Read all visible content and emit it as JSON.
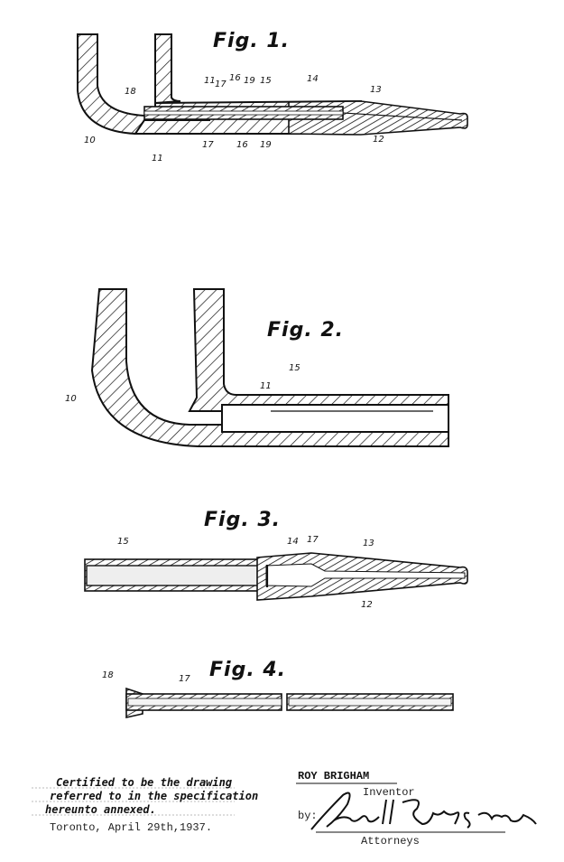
{
  "figures": [
    {
      "title": "Fig. 1.",
      "labels": [
        "18",
        "11",
        "17",
        "16",
        "19",
        "15",
        "14",
        "13",
        "12",
        "17",
        "16",
        "19",
        "11",
        "10"
      ]
    },
    {
      "title": "Fig. 2.",
      "labels": [
        "10",
        "11",
        "15"
      ]
    },
    {
      "title": "Fig. 3.",
      "labels": [
        "15",
        "14",
        "17",
        "13",
        "12"
      ]
    },
    {
      "title": "Fig. 4.",
      "labels": [
        "18",
        "17"
      ]
    }
  ],
  "certificate": {
    "line1": "Certified to be the drawing",
    "line2": "referred to in the specification",
    "line3": "hereunto annexed.",
    "place_date": "Toronto, April 29th,1937."
  },
  "inventor": {
    "name": "ROY BRIGHAM",
    "role": "Inventor"
  },
  "attorneys": {
    "by": "by:",
    "signature": "Chas H Riches & Sons",
    "role": "Attorneys"
  }
}
